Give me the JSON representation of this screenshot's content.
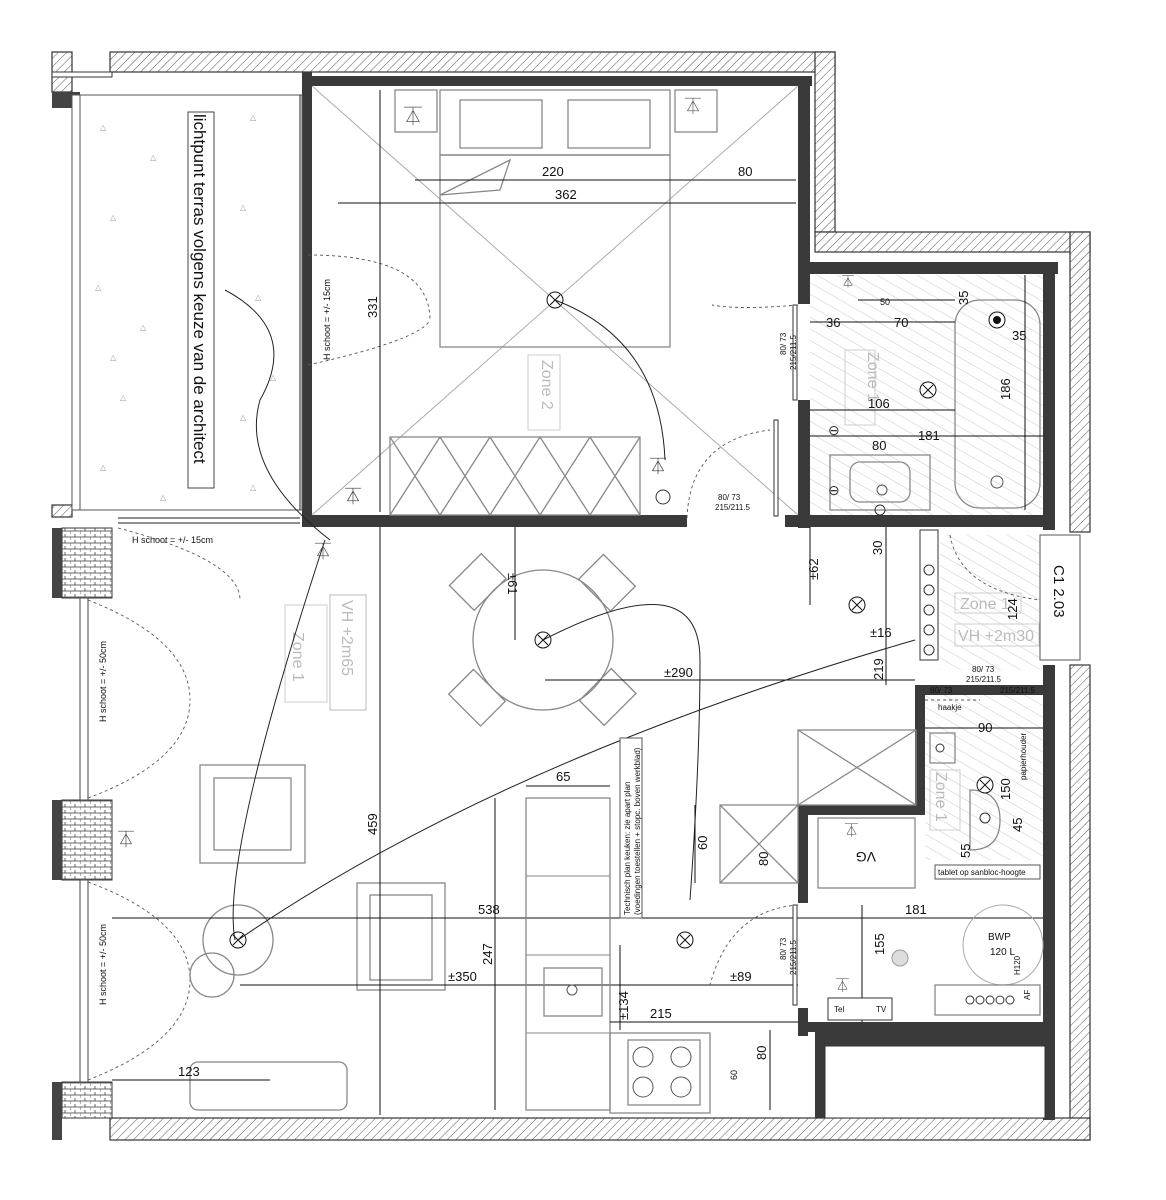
{
  "rooms": {
    "terrace_note": "lichtpunt terras volgens keuze van de architect",
    "zone1_height": "VH +2m65",
    "zone1": "Zone 1",
    "zone2": "Zone 2",
    "bath_zone": "Zone 1",
    "wc_zone": "Zone 1",
    "hall_zone": "Zone 1",
    "hall_height": "VH +2m30",
    "room_code": "C1 2.03",
    "kitchen_note_1": "Technisch plan keuken: zie apart plan",
    "kitchen_note_2": "(voedingen toestellen + stopc. boven werkblad)",
    "vg": "VG",
    "bwp": "BWP",
    "bwp_size": "120 L",
    "bwp_h": "H120",
    "af": "AF",
    "tel": "Tel",
    "tv": "TV",
    "haakje": "haakje",
    "papierhouder": "papierhouder",
    "tablet": "tablet op sanbloc-hoogte"
  },
  "notes": {
    "h_schoot_15_top": "H schoot = +/- 15cm",
    "h_schoot_15_mid": "H schoot = +/- 15cm",
    "h_schoot_50_a": "H schoot = +/- 50cm",
    "h_schoot_50_b": "H schoot = +/- 50cm"
  },
  "doors": {
    "bedroom_door": "80/ 73",
    "bedroom_door_h": "215/211.5",
    "bath_door": "80/ 73",
    "bath_door_h": "215/211.5",
    "hall_door": "80/ 73",
    "hall_door_h": "215/211.5",
    "wc_door": "80/ 73",
    "wc_door_h": "215/211.5",
    "storage_door": "80/ 73",
    "storage_door_h": "215/211.5"
  },
  "dimensions": {
    "d220": "220",
    "d80_top": "80",
    "d362": "362",
    "d331": "331",
    "d36": "36",
    "d70": "70",
    "d50": "50",
    "d35a": "35",
    "d35b": "35",
    "d106": "106",
    "d186": "186",
    "d181_bath": "181",
    "d80_bath": "80",
    "d30": "30",
    "d62": "±62",
    "d61": "±61",
    "d290": "±290",
    "d16": "±16",
    "d124": "124",
    "d219": "219",
    "d90": "90",
    "d150": "150",
    "d45": "45",
    "d55": "55",
    "d65": "65",
    "d60_kitchen": "60",
    "d80_kitchen": "80",
    "d459": "459",
    "d538": "538",
    "d181_hall": "181",
    "d155": "155",
    "d247": "247",
    "d350": "±350",
    "d89": "±89",
    "d134": "±134",
    "d215": "215",
    "d80_bottom": "80",
    "d60_bottom": "60",
    "d123": "123"
  }
}
